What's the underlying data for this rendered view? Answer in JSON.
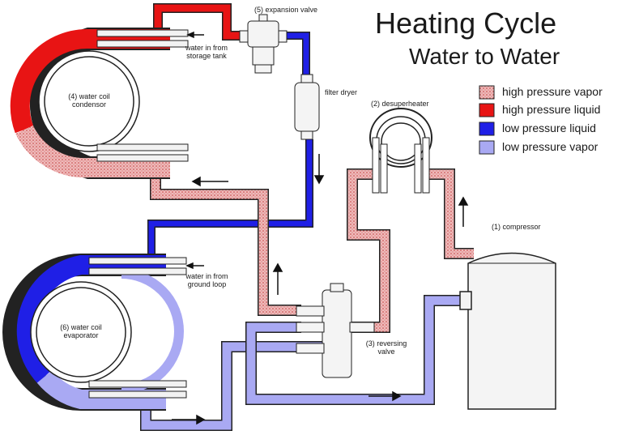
{
  "title": "Heating Cycle",
  "subtitle": "Water to Water",
  "legend": [
    {
      "label": "high pressure vapor",
      "color": "#e7a3a3",
      "pattern": "stipple"
    },
    {
      "label": "high pressure liquid",
      "color": "#e81414"
    },
    {
      "label": "low pressure liquid",
      "color": "#1f1fe6"
    },
    {
      "label": "low pressure vapor",
      "color": "#a9a9f3"
    }
  ],
  "components": {
    "expansion_valve": "(5) expansion valve",
    "filter_dryer": "filter dryer",
    "desuperheater": "(2) desuperheater",
    "compressor": "(1) compressor",
    "reversing_valve_line1": "(3) reversing",
    "reversing_valve_line2": "valve",
    "condenser_line1": "(4) water coil",
    "condenser_line2": "condensor",
    "evaporator_line1": "(6) water coil",
    "evaporator_line2": "evaporator"
  },
  "water_inlets": {
    "storage_tank_line1": "water in from",
    "storage_tank_line2": "storage tank",
    "ground_loop_line1": "water in from",
    "ground_loop_line2": "ground loop"
  },
  "colors": {
    "high_pressure_vapor": "#e7a3a3",
    "high_pressure_liquid": "#e81414",
    "low_pressure_liquid": "#1f1fe6",
    "low_pressure_vapor": "#a9a9f3",
    "outline": "#222222"
  }
}
